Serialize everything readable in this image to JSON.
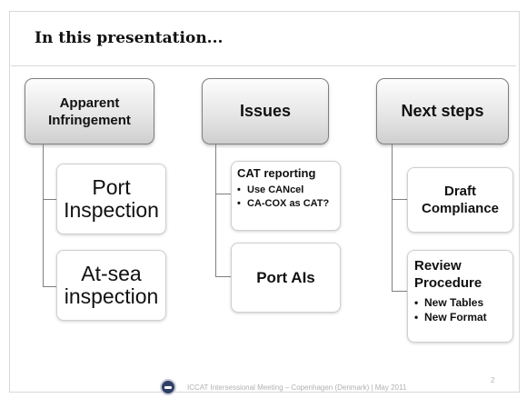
{
  "slide": {
    "title": "In this presentation...",
    "columns": [
      {
        "header": "Apparent Infringement",
        "children": [
          {
            "text": "Port Inspection"
          },
          {
            "text": "At-sea inspection"
          }
        ]
      },
      {
        "header": "Issues",
        "children": [
          {
            "text": "CAT reporting",
            "bullets": [
              "Use CANcel",
              "CA-COX as CAT?"
            ]
          },
          {
            "text": "Port AIs"
          }
        ]
      },
      {
        "header": "Next steps",
        "children": [
          {
            "text": "Draft Compliance"
          },
          {
            "text": "Review Procedure",
            "bullets": [
              "New Tables",
              "New Format"
            ]
          }
        ]
      }
    ],
    "footer": {
      "text": "ICCAT Intersessional Meeting – Copenhagen (Denmark) | May 2011",
      "page_number": "2",
      "logo_icon": "iccat-logo-icon"
    }
  }
}
